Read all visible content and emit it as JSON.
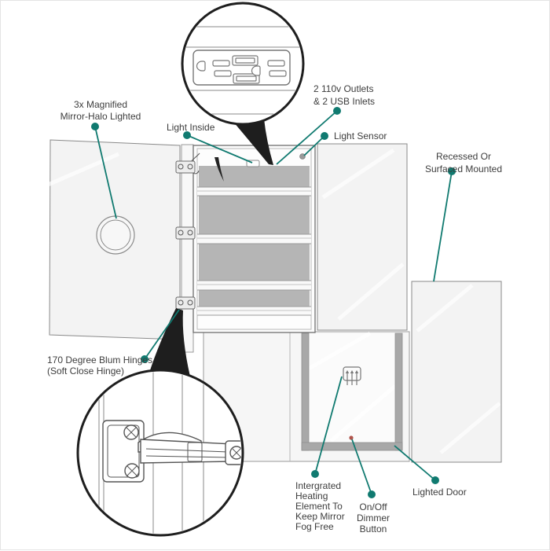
{
  "figure": {
    "kind": "product-feature-diagram",
    "subject": "Lighted mirror medicine cabinet with callout annotations"
  },
  "colors": {
    "accent_teal": "#107a70",
    "label_text": "#3d3d3d",
    "cabinet_interior_gray": "#b5b5b5",
    "door_frame_gray": "#a8a8a8",
    "panel_outline": "#8a8a8a",
    "pointer_black": "#1e1e1e",
    "dimmer_dot_red": "#b0544c"
  },
  "callouts": {
    "magnifier": {
      "lines": [
        "3x Magnified",
        "Mirror-Halo Lighted"
      ]
    },
    "light_inside": {
      "text": "Light Inside"
    },
    "outlets": {
      "lines": [
        "2 110v Outlets",
        "& 2 USB Inlets"
      ]
    },
    "light_sensor": {
      "text": "Light Sensor"
    },
    "mounting": {
      "lines": [
        "Recessed Or",
        "Surfaced Mounted"
      ]
    },
    "hinges": {
      "lines": [
        "170 Degree Blum Hinges",
        "(Soft Close Hinge)"
      ]
    },
    "heating": {
      "lines": [
        "Intergrated",
        "Heating",
        "Element To",
        "Keep Mirror",
        "Fog Free"
      ]
    },
    "dimmer": {
      "lines": [
        "On/Off",
        "Dimmer",
        "Button"
      ]
    },
    "lighted_door": {
      "text": "Lighted Door"
    }
  },
  "icons": {
    "outlet_panel": "dual-110v-outlet-with-usb",
    "hinge_detail": "blum-soft-close-hinge",
    "heating_element": "mirror-defogger-symbol",
    "light_sensor": "sensor-dot",
    "dimmer_button": "red-dot"
  }
}
